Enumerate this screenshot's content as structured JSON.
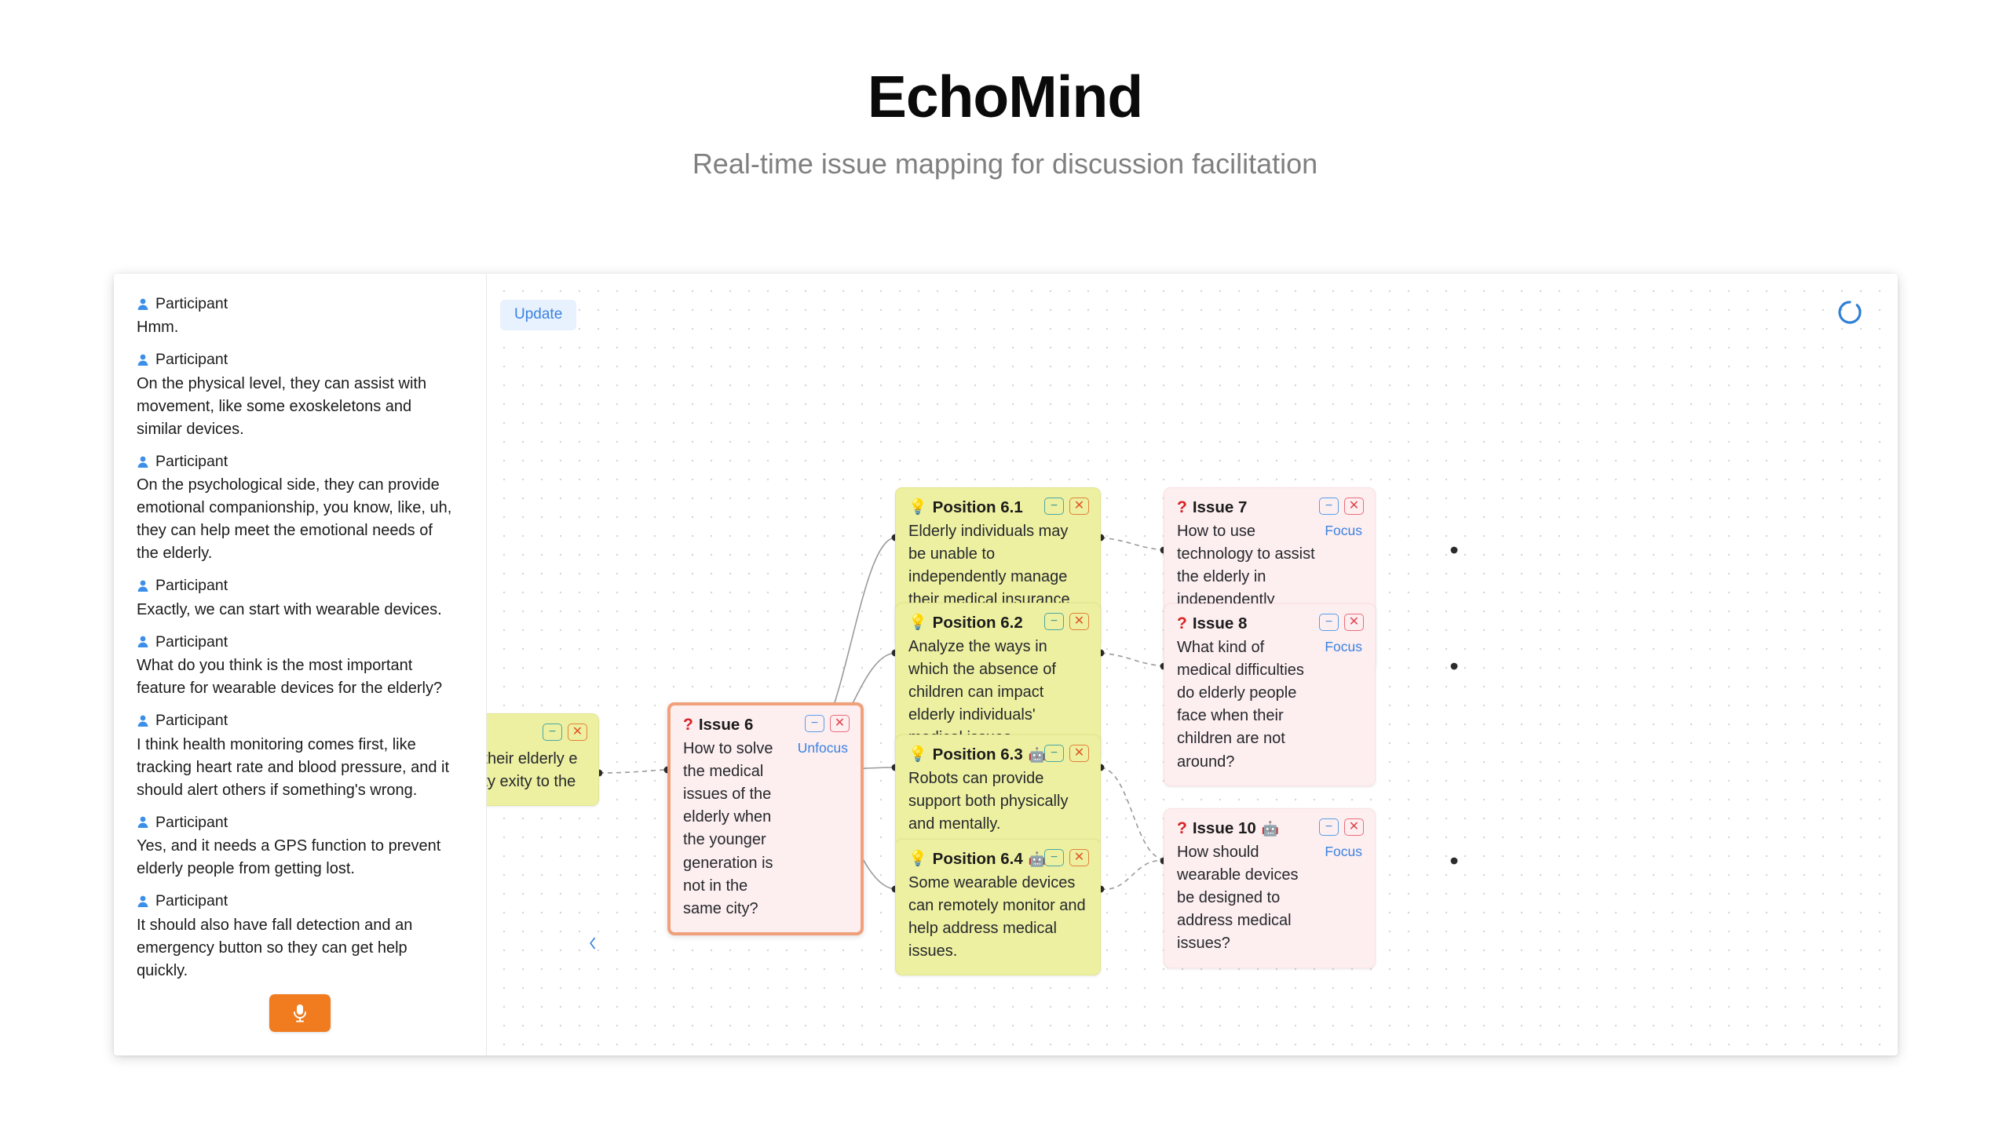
{
  "header": {
    "title": "EchoMind",
    "subtitle": "Real-time issue mapping for discussion facilitation"
  },
  "sidebar": {
    "speaker_icon": "person-icon",
    "mic_icon": "microphone-icon",
    "collapse_icon": "chevron-left-icon",
    "transcript": [
      {
        "speaker": "Participant",
        "text": "Hmm."
      },
      {
        "speaker": "Participant",
        "text": "On the physical level, they can assist with movement, like some exoskeletons and similar devices."
      },
      {
        "speaker": "Participant",
        "text": "On the psychological side, they can provide emotional companionship, you know, like, uh, they can help meet the emotional needs of the elderly."
      },
      {
        "speaker": "Participant",
        "text": "Exactly, we can start with wearable devices."
      },
      {
        "speaker": "Participant",
        "text": "What do you think is the most important feature for wearable devices for the elderly?"
      },
      {
        "speaker": "Participant",
        "text": "I think health monitoring comes first, like tracking heart rate and blood pressure, and it should alert others if something's wrong."
      },
      {
        "speaker": "Participant",
        "text": "Yes, and it needs a GPS function to prevent elderly people from getting lost."
      },
      {
        "speaker": "Participant",
        "text": "It should also have fall detection and an emergency button so they can get help quickly."
      }
    ]
  },
  "canvas": {
    "update_label": "Update",
    "spinner_icon": "loading-spinner-icon",
    "controls": {
      "collapse_label": "−",
      "close_label": "✕",
      "collapse_icon": "minus-icon",
      "close_icon": "close-icon"
    },
    "nodes": [
      {
        "id": "position-clipped",
        "kind": "position",
        "badge": "💡",
        "title": "",
        "emoji": "",
        "text": "tion being in their elderly e issue of empty exity to the",
        "action": ""
      },
      {
        "id": "issue-6",
        "kind": "issue",
        "badge": "?",
        "title": "Issue 6",
        "emoji": "",
        "text": "How to solve the medical issues of the elderly when the younger generation is not in the same city?",
        "action": "Unfocus",
        "focused": true
      },
      {
        "id": "position-6-1",
        "kind": "position",
        "badge": "💡",
        "title": "Position 6.1",
        "emoji": "",
        "text": "Elderly individuals may be unable to independently manage their medical insurance claims.",
        "action": ""
      },
      {
        "id": "position-6-2",
        "kind": "position",
        "badge": "💡",
        "title": "Position 6.2",
        "emoji": "",
        "text": "Analyze the ways in which the absence of children can impact elderly individuals' medical issues.",
        "action": ""
      },
      {
        "id": "position-6-3",
        "kind": "position",
        "badge": "💡",
        "title": "Position 6.3",
        "emoji": "🤖",
        "text": "Robots can provide support both physically and mentally.",
        "action": ""
      },
      {
        "id": "position-6-4",
        "kind": "position",
        "badge": "💡",
        "title": "Position 6.4",
        "emoji": "🤖",
        "text": "Some wearable devices can remotely monitor and help address medical issues.",
        "action": ""
      },
      {
        "id": "issue-7",
        "kind": "issue",
        "badge": "?",
        "title": "Issue 7",
        "emoji": "",
        "text": "How to use technology to assist the elderly in independently managing medical insurance claims?",
        "action": "Focus"
      },
      {
        "id": "issue-8",
        "kind": "issue",
        "badge": "?",
        "title": "Issue 8",
        "emoji": "",
        "text": "What kind of medical difficulties do elderly people face when their children are not around?",
        "action": "Focus"
      },
      {
        "id": "issue-10",
        "kind": "issue",
        "badge": "?",
        "title": "Issue 10",
        "emoji": "🤖",
        "text": "How should wearable devices be designed to address medical issues?",
        "action": "Focus"
      }
    ]
  },
  "colors": {
    "position_bg": "#edf0a0",
    "issue_bg": "#fdeef0",
    "focus_border": "#f0a07a",
    "accent_blue": "#3b82e0",
    "mic_orange": "#f07c1f",
    "question_red": "#d92121"
  }
}
